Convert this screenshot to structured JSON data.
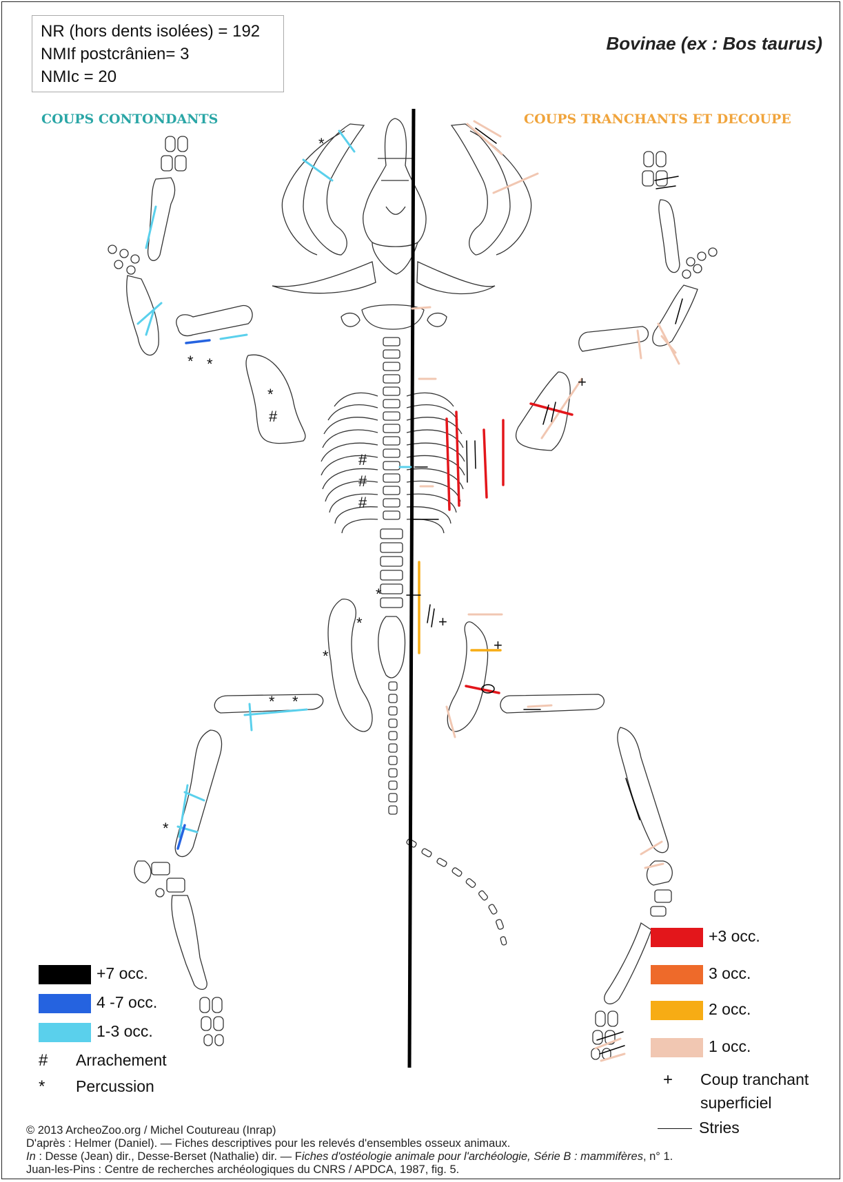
{
  "stats": {
    "line1": "NR (hors dents isolées) = 192",
    "line2": "NMIf postcrânien= 3",
    "line3": "NMIc = 20"
  },
  "species": "Bovinae (ex : Bos taurus)",
  "headings": {
    "left": "COUPS CONTONDANTS",
    "right": "COUPS TRANCHANTS ET DECOUPE"
  },
  "legend_left": {
    "items": [
      {
        "label": "+7 occ.",
        "color": "#000000"
      },
      {
        "label": "4 -7 occ.",
        "color": "#2563e0"
      },
      {
        "label": "1-3 occ.",
        "color": "#5ad0ec"
      }
    ],
    "symbols": [
      {
        "symbol": "#",
        "label": "Arrachement"
      },
      {
        "symbol": "*",
        "label": "Percussion"
      }
    ]
  },
  "legend_right": {
    "items": [
      {
        "label": "+3 occ.",
        "color": "#e3161b"
      },
      {
        "label": "3 occ.",
        "color": "#ee6a2a"
      },
      {
        "label": "2 occ.",
        "color": "#f7ac14"
      },
      {
        "label": "1 occ.",
        "color": "#f1c7b2"
      }
    ],
    "plus_symbol": "+",
    "plus_label_1": "Coup tranchant",
    "plus_label_2": "superficiel",
    "stries_label": "Stries"
  },
  "marks": {
    "hash": "#",
    "star": "*",
    "plus": "+"
  },
  "credit": {
    "line1": "© 2013 ArcheoZoo.org / Michel Coutureau (Inrap)",
    "line2": "D'après : Helmer (Daniel). — Fiches descriptives pour les relevés d'ensembles osseux animaux.",
    "line3_prefix": "In",
    "line3_a": " : Desse (Jean) dir., Desse-Berset (Nathalie) dir. — F",
    "line3_b": "iches d'ostéologie animale pour l'archéologie, Série B : mammifères",
    "line3_c": ", n° 1.",
    "line4": "Juan-les-Pins : Centre de recherches archéologiques du CNRS / APDCA, 1987, fig. 5."
  }
}
